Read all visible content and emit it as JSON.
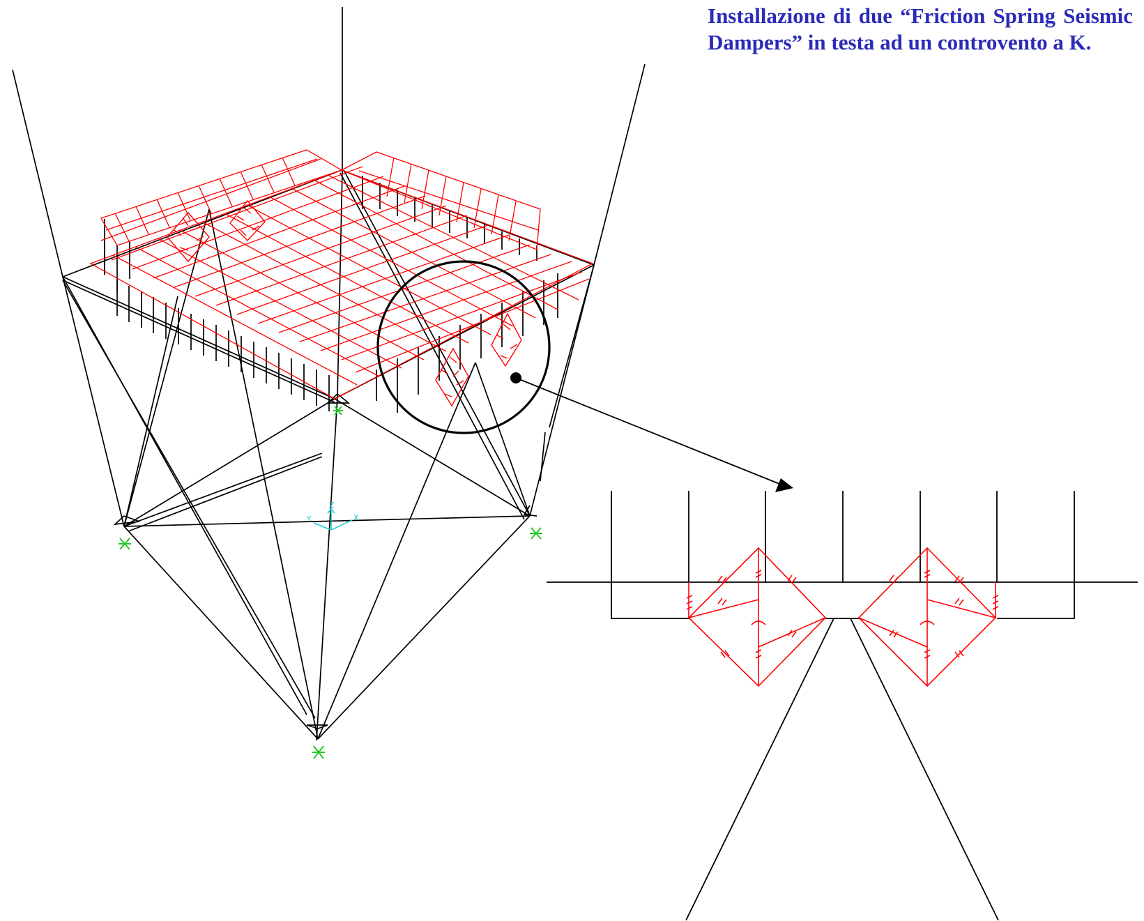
{
  "caption": {
    "text": "Installazione di due “Friction Spring Seismic Dampers” in testa ad un controvento a K."
  },
  "axes": {
    "y": "Y",
    "z": "Z",
    "x": "X"
  },
  "colors": {
    "frame": "#000000",
    "slab_mesh": "#ff0000",
    "damper": "#ff0000",
    "supports": "#25c825",
    "axes": "#19c9cf",
    "caption": "#2b2bb8"
  },
  "icons": {
    "support": "fixed-support-icon",
    "callout": "magnifier-circle-icon"
  }
}
